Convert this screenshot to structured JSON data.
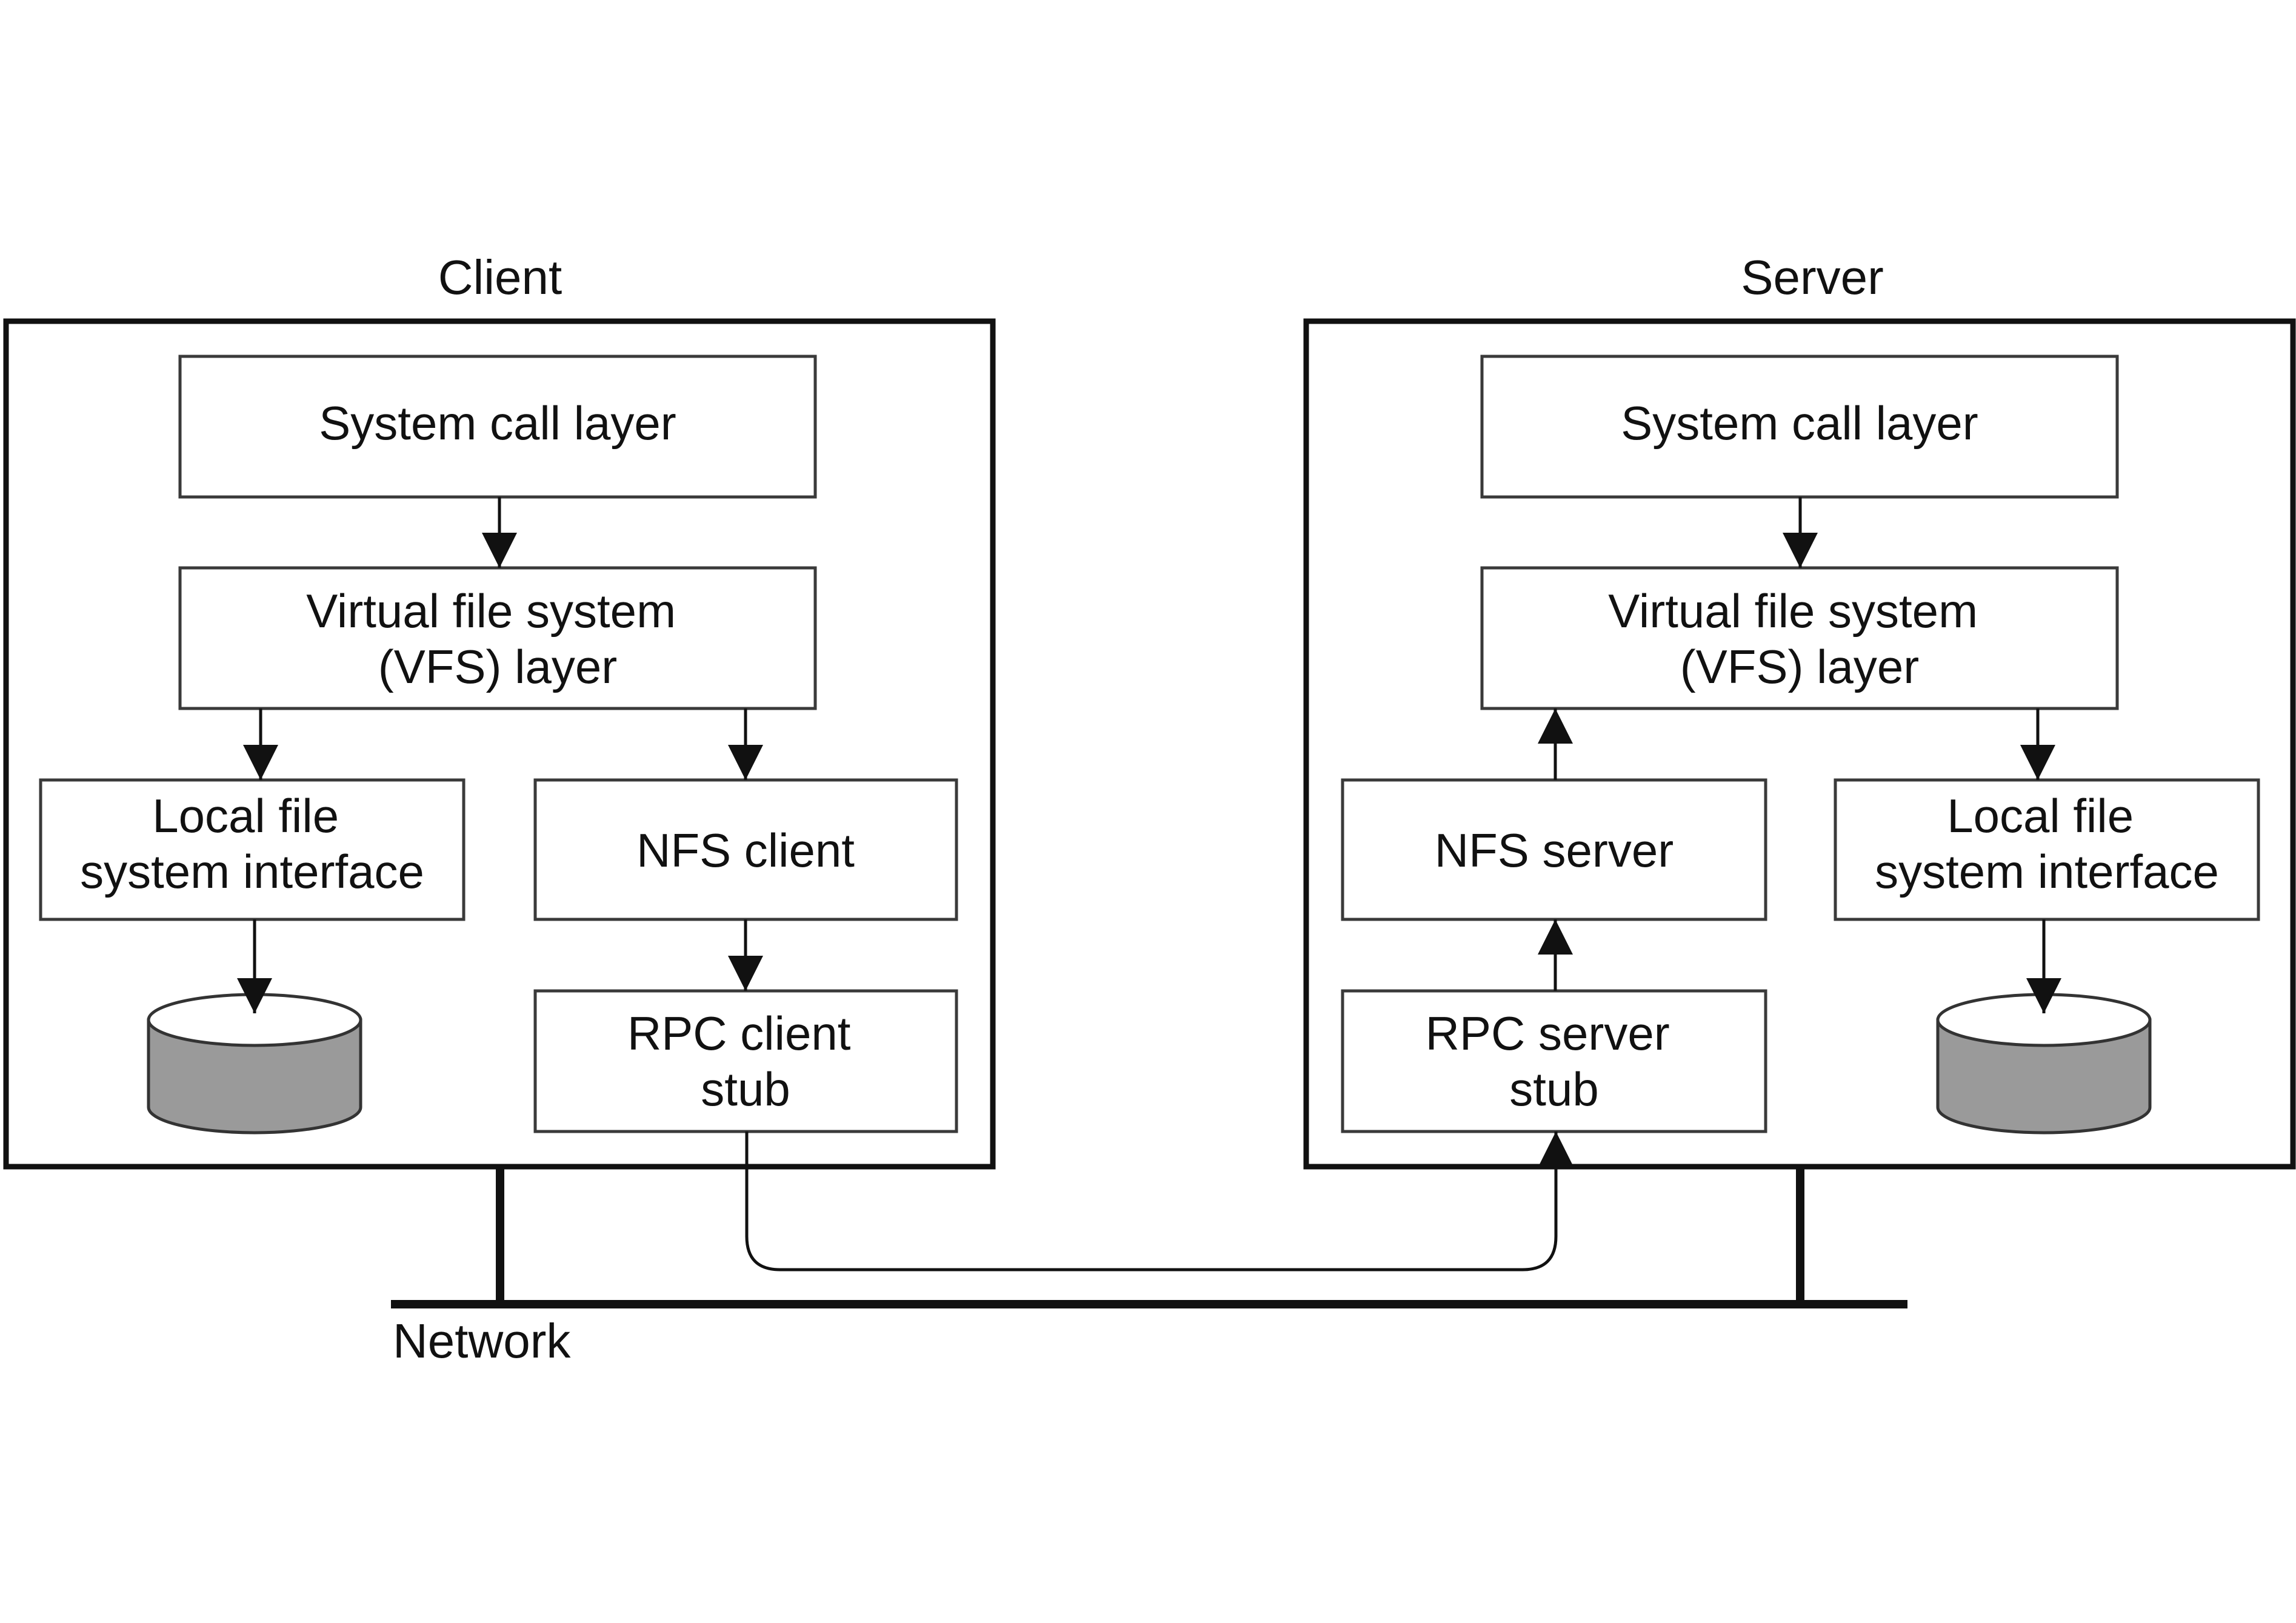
{
  "client": {
    "title": "Client",
    "system_call_layer": "System call layer",
    "vfs_layer": [
      "Virtual file system",
      "(VFS) layer"
    ],
    "local_fs_interface": [
      "Local file",
      "system interface"
    ],
    "nfs_client": "NFS client",
    "rpc_client_stub": [
      "RPC client",
      "stub"
    ]
  },
  "server": {
    "title": "Server",
    "system_call_layer": "System call layer",
    "vfs_layer": [
      "Virtual file system",
      "(VFS) layer"
    ],
    "nfs_server": "NFS server",
    "local_fs_interface": [
      "Local file",
      "system interface"
    ],
    "rpc_server_stub": [
      "RPC server",
      "stub"
    ]
  },
  "network_label": "Network",
  "colors": {
    "disk_fill": "#9a9a9a",
    "line": "#111111"
  },
  "icons": [
    "disk-icon"
  ]
}
